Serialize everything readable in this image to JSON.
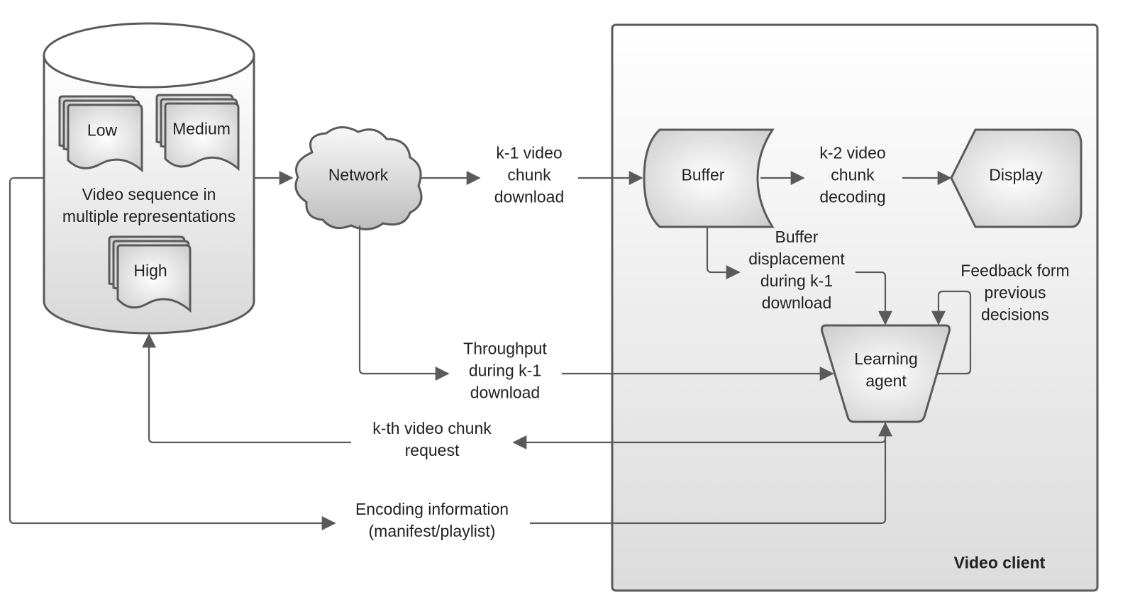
{
  "nodes": {
    "database": {
      "title": "Video sequence in\nmultiple representations"
    },
    "rep_low": {
      "label": "Low"
    },
    "rep_medium": {
      "label": "Medium"
    },
    "rep_high": {
      "label": "High"
    },
    "network": {
      "label": "Network"
    },
    "buffer": {
      "label": "Buffer"
    },
    "display": {
      "label": "Display"
    },
    "learning_agent": {
      "label": "Learning\nagent"
    },
    "video_client": {
      "label": "Video client"
    }
  },
  "edges": {
    "k1_download": "k-1 video\nchunk\ndownload",
    "k2_decoding": "k-2 video\nchunk\ndecoding",
    "buffer_displacement": "Buffer\ndisplacement\nduring k-1\ndownload",
    "feedback": "Feedback form\nprevious\ndecisions",
    "throughput": "Throughput\nduring k-1\ndownload",
    "chunk_request": "k-th video chunk\nrequest",
    "encoding_info": "Encoding information\n(manifest/playlist)"
  },
  "colors": {
    "stroke": "#5a5a5a",
    "text": "#222222"
  }
}
